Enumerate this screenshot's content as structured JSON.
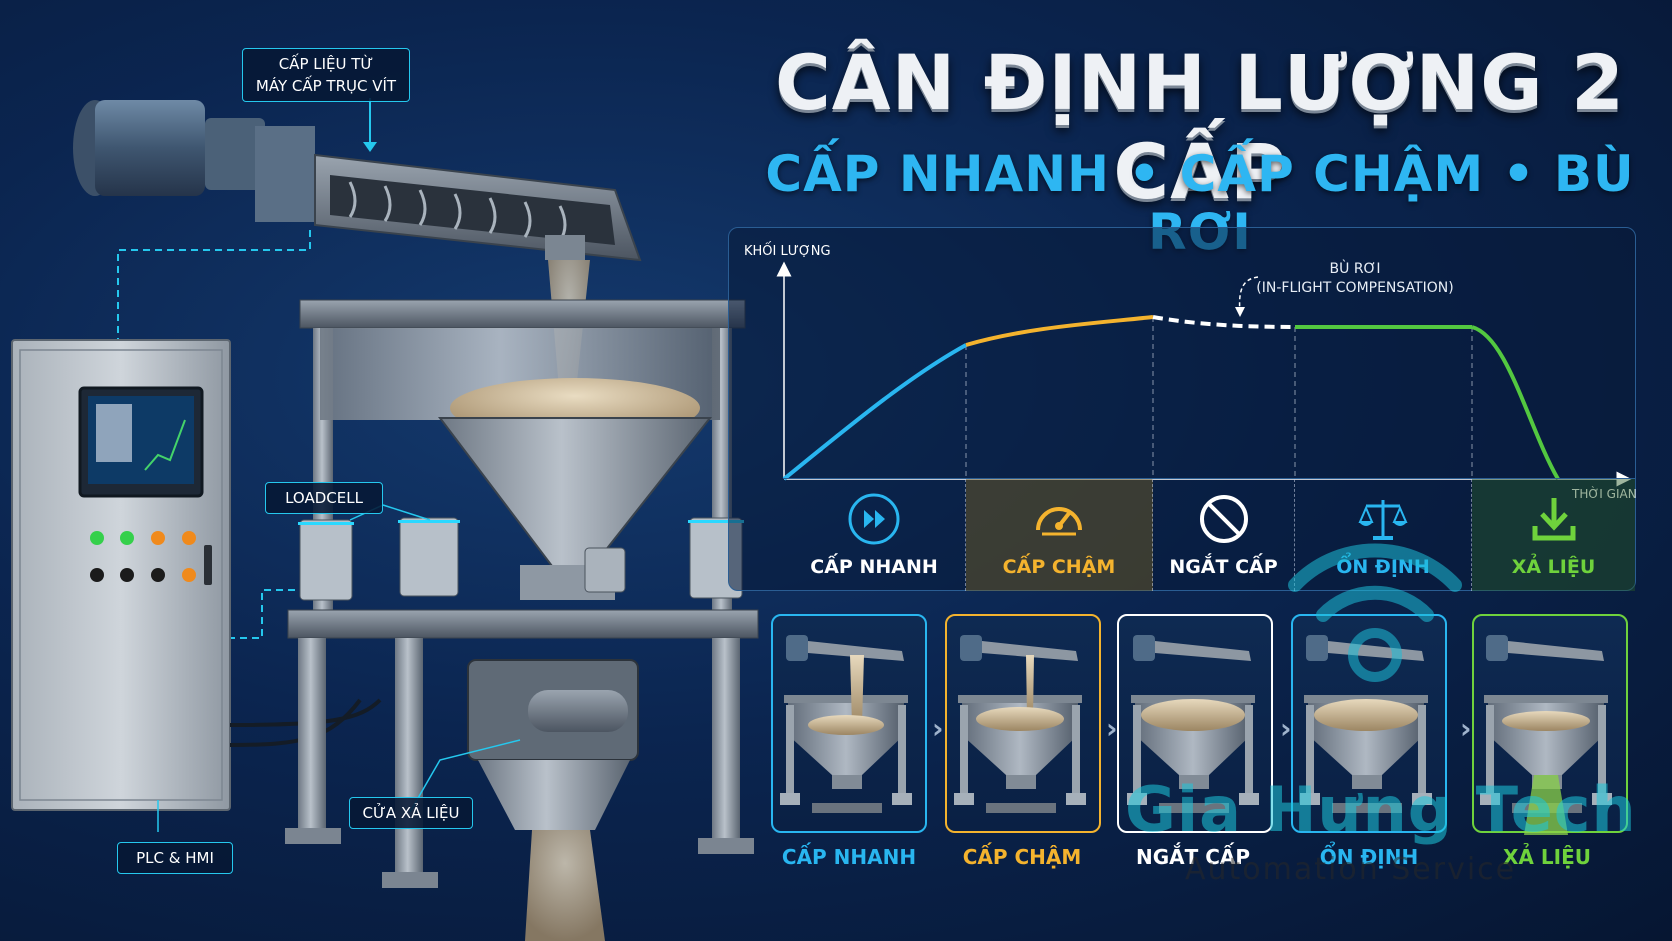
{
  "title": {
    "main": "CÂN ĐỊNH LƯỢNG 2 CẤP",
    "subtitle": "CẤP NHANH • CẤP CHẬM • BÙ RƠI"
  },
  "callouts": {
    "feeder": [
      "CẤP LIỆU TỪ",
      "MÁY CẤP TRỤC VÍT"
    ],
    "loadcell": "LOADCELL",
    "discharge_gate": "CỬA XẢ LIỆU",
    "plc_hmi": "PLC & HMI"
  },
  "chart": {
    "ylabel": "KHỐI LƯỢNG",
    "xlabel": "THỜI GIAN",
    "annotation": [
      "BÙ RƠI",
      "(IN-FLIGHT COMPENSATION)"
    ],
    "phases": [
      {
        "label": "CẤP NHANH",
        "icon": "fast-forward-icon",
        "color": "#29b6f0"
      },
      {
        "label": "CẤP CHẬM",
        "icon": "gauge-icon",
        "color": "#f4b32e"
      },
      {
        "label": "NGẮT CẤP",
        "icon": "stop-icon",
        "color": "#ffffff"
      },
      {
        "label": "ỔN ĐỊNH",
        "icon": "scale-icon",
        "color": "#29b6f0"
      },
      {
        "label": "XẢ LIỆU",
        "icon": "download-icon",
        "color": "#6fd23c"
      }
    ]
  },
  "steps": [
    {
      "label": "CẤP NHANH",
      "color": "#29b6f0"
    },
    {
      "label": "CẤP CHẬM",
      "color": "#f4b32e"
    },
    {
      "label": "NGẮT CẤP",
      "color": "#ffffff"
    },
    {
      "label": "ỔN ĐỊNH",
      "color": "#29b6f0"
    },
    {
      "label": "XẢ LIỆU",
      "color": "#6fd23c"
    }
  ],
  "watermark": {
    "brand": "Gia Hưng Tech",
    "tagline": "Automation Service"
  }
}
